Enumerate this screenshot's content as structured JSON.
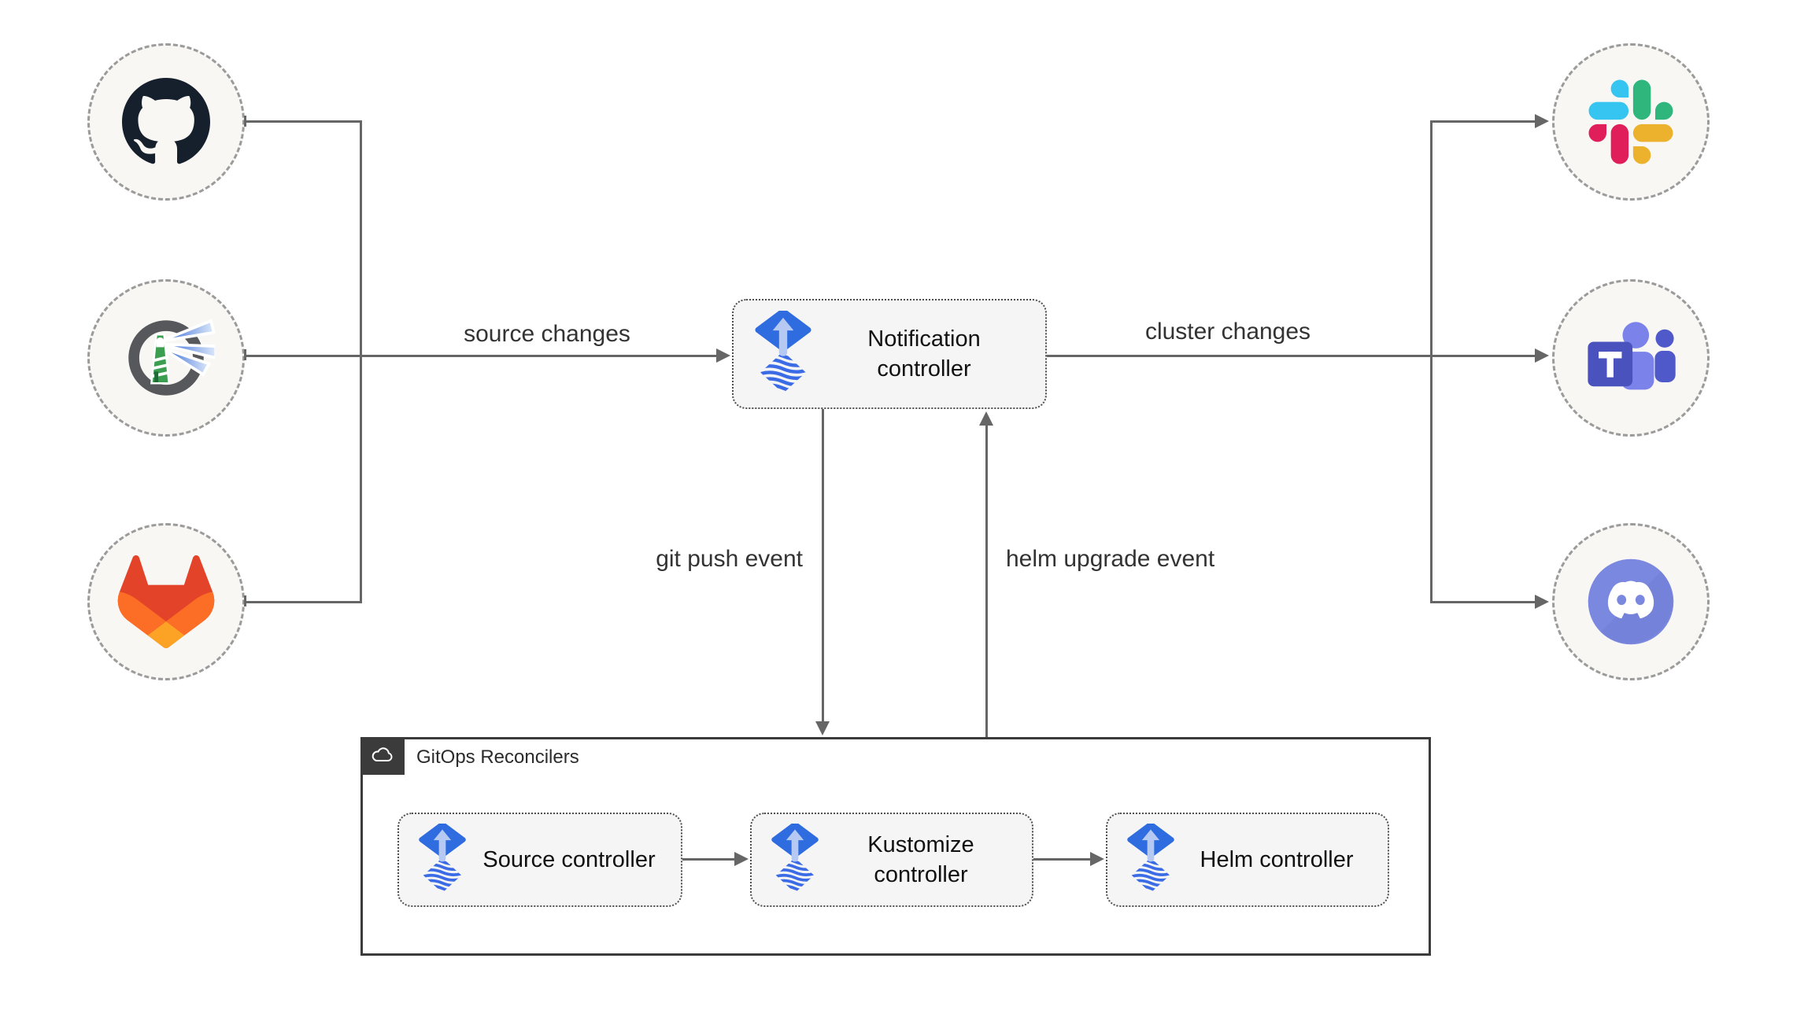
{
  "diagram": {
    "nodes": {
      "notification": "Notification controller",
      "source": "Source controller",
      "kustomize": "Kustomize controller",
      "helm": "Helm controller"
    },
    "container": {
      "label": "GitOps Reconcilers",
      "icon": "cloud-icon"
    },
    "edges": {
      "source_changes": "source changes",
      "cluster_changes": "cluster changes",
      "git_push": "git push event",
      "helm_upgrade": "helm upgrade event"
    },
    "icons": {
      "sources": [
        "github-icon",
        "harbor-icon",
        "gitlab-icon"
      ],
      "targets": [
        "slack-icon",
        "teams-icon",
        "discord-icon"
      ],
      "controller_icon": "flux-icon"
    },
    "colors": {
      "line": "#666666",
      "node_fill": "#f5f5f5",
      "node_border": "#4e4e4e",
      "circle_fill": "#f8f7f4",
      "circle_border": "#9b9b9b",
      "container_border": "#3b3b3b",
      "flux_blue": "#2e6ce0",
      "flux_arrow": "#b5c9f2",
      "github_dark": "#16202d",
      "harbor_green": "#3c9e50",
      "gitlab_palette": [
        "#E24329",
        "#FC6D26",
        "#FCA326"
      ],
      "slack_palette": [
        "#36C5F0",
        "#2EB67D",
        "#ECB22E",
        "#E01E5A"
      ],
      "teams_purple": "#4a52bd",
      "discord_blurple": "#7b88e0"
    }
  }
}
